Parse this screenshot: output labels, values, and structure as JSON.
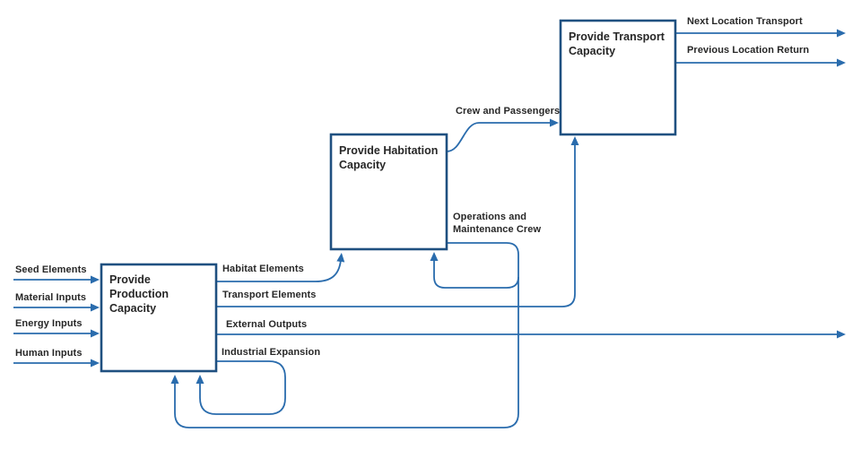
{
  "diagram": {
    "title_hint": "capacity flow block diagram",
    "colors": {
      "background": "#ffffff",
      "line": "#2a6cad",
      "box_border": "#1f5080",
      "box_fill": "#ffffff",
      "text": "#272727"
    },
    "boxes": [
      {
        "id": "production",
        "label": "Provide Production Capacity"
      },
      {
        "id": "habitation",
        "label": "Provide Habitation Capacity"
      },
      {
        "id": "transport",
        "label": "Provide Transport Capacity"
      }
    ],
    "labels": {
      "seed_elements": "Seed Elements",
      "material_inputs": "Material Inputs",
      "energy_inputs": "Energy Inputs",
      "human_inputs": "Human Inputs",
      "habitat_elements": "Habitat Elements",
      "transport_elements": "Transport Elements",
      "external_outputs": "External Outputs",
      "industrial_expansion": "Industrial Expansion",
      "crew_and_passengers": "Crew and Passengers",
      "operations_maintenance_line1": "Operations and",
      "operations_maintenance_line2": "Maintenance Crew",
      "next_location_transport": "Next Location Transport",
      "previous_location_return": "Previous Location Return"
    },
    "flows": [
      {
        "label": "Seed Elements",
        "from": "external",
        "to": "production"
      },
      {
        "label": "Material Inputs",
        "from": "external",
        "to": "production"
      },
      {
        "label": "Energy Inputs",
        "from": "external",
        "to": "production"
      },
      {
        "label": "Human Inputs",
        "from": "external",
        "to": "production"
      },
      {
        "label": "Habitat Elements",
        "from": "production",
        "to": "habitation"
      },
      {
        "label": "Transport Elements",
        "from": "production",
        "to": "transport"
      },
      {
        "label": "External Outputs",
        "from": "production",
        "to": "external"
      },
      {
        "label": "Industrial Expansion",
        "from": "production",
        "to": "production"
      },
      {
        "label": "Crew and Passengers",
        "from": "habitation",
        "to": "transport"
      },
      {
        "label": "Operations and Maintenance Crew",
        "from": "habitation",
        "to": "habitation"
      },
      {
        "label": "Operations and Maintenance Crew",
        "from": "habitation",
        "to": "production"
      },
      {
        "label": "Next Location Transport",
        "from": "transport",
        "to": "external"
      },
      {
        "label": "Previous Location Return",
        "from": "transport",
        "to": "external"
      }
    ]
  }
}
